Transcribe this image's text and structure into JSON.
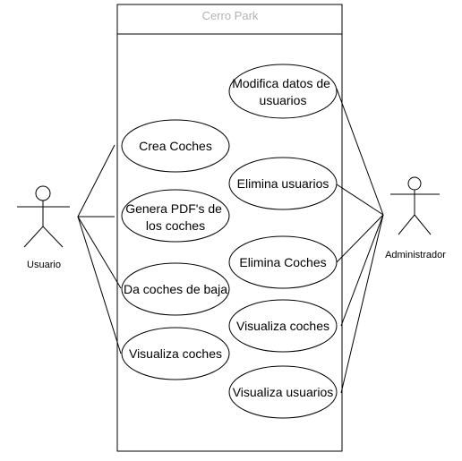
{
  "system": {
    "title": "Cerro Park"
  },
  "actors": {
    "left": {
      "name": "Usuario"
    },
    "right": {
      "name": "Administrador"
    }
  },
  "use_cases": {
    "crea_coches": {
      "lines": [
        "Crea Coches"
      ]
    },
    "genera_pdf": {
      "lines": [
        "Genera PDF's de",
        "los coches"
      ]
    },
    "da_baja": {
      "lines": [
        "Da coches de baja"
      ]
    },
    "visualiza_usuario": {
      "lines": [
        "Visualiza coches"
      ]
    },
    "modifica_datos": {
      "lines": [
        "Modifica datos de",
        "usuarios"
      ]
    },
    "elimina_usuarios": {
      "lines": [
        "Elimina usuarios"
      ]
    },
    "elimina_coches": {
      "lines": [
        "Elimina Coches"
      ]
    },
    "visualiza_admin": {
      "lines": [
        "Visualiza coches"
      ]
    },
    "visualiza_usuarios": {
      "lines": [
        "Visualiza usuarios"
      ]
    }
  }
}
